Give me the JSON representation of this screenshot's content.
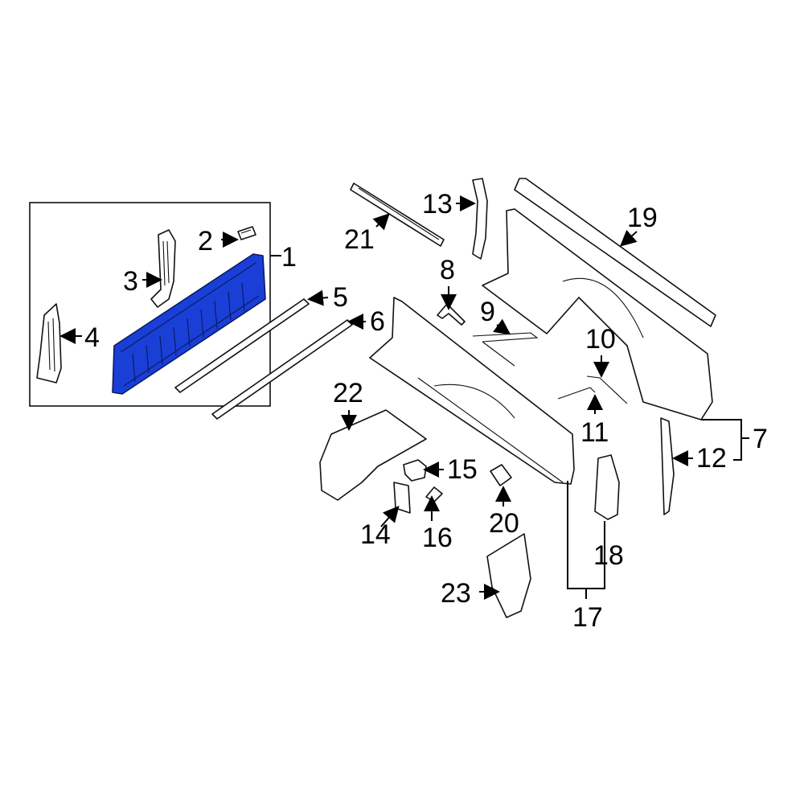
{
  "diagram": {
    "highlight_color": "#1a3fd6",
    "highlighted_part": "1",
    "callouts": [
      "1",
      "2",
      "3",
      "4",
      "5",
      "6",
      "7",
      "8",
      "9",
      "10",
      "11",
      "12",
      "13",
      "14",
      "15",
      "16",
      "17",
      "18",
      "19",
      "20",
      "21",
      "22",
      "23"
    ]
  }
}
